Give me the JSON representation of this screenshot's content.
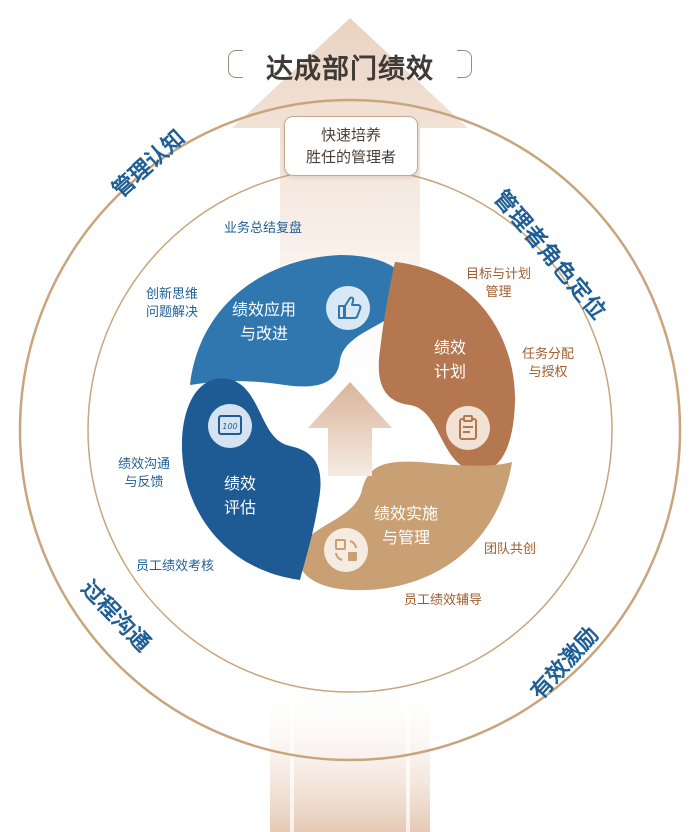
{
  "title": "达成部门绩效",
  "goal": {
    "line1": "快速培养",
    "line2": "胜任的管理者"
  },
  "outer_ring": {
    "top_left": "管理认知",
    "top_right": "管理者角色定位",
    "bottom_left": "过程沟通",
    "bottom_right": "有效激励"
  },
  "petals": {
    "apply": {
      "line1": "绩效应用",
      "line2": "与改进",
      "icon": "thumbs-up-icon",
      "color": "#2f77ae"
    },
    "plan": {
      "line1": "绩效",
      "line2": "计划",
      "icon": "clipboard-icon",
      "color": "#b4774f"
    },
    "execute": {
      "line1": "绩效实施",
      "line2": "与管理",
      "icon": "transform-icon",
      "color": "#c9a073"
    },
    "evaluate": {
      "line1": "绩效",
      "line2": "评估",
      "icon": "score-board-icon",
      "color": "#1e5a93"
    }
  },
  "labels": {
    "review": "业务总结复盘",
    "innovation_1": "创新思维",
    "innovation_2": "问题解决",
    "goal_plan_1": "目标与计划",
    "goal_plan_2": "管理",
    "delegate_1": "任务分配",
    "delegate_2": "与授权",
    "comm_1": "绩效沟通",
    "comm_2": "与反馈",
    "appraisal": "员工绩效考核",
    "team": "团队共创",
    "coaching": "员工绩效辅导"
  },
  "icon_text": {
    "score": "100"
  }
}
